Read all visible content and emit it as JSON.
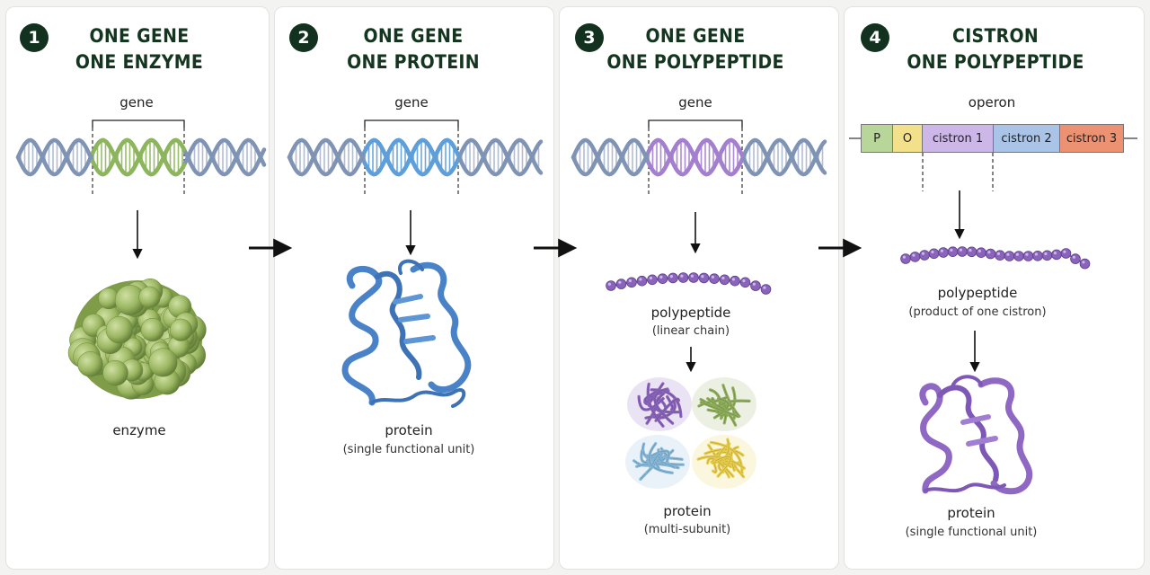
{
  "panels": [
    {
      "number": "1",
      "title_line1": "ONE GENE",
      "title_line2": "ONE ENZYME",
      "gene_label": "gene",
      "product_label": "enzyme"
    },
    {
      "number": "2",
      "title_line1": "ONE GENE",
      "title_line2": "ONE PROTEIN",
      "gene_label": "gene",
      "product_label": "protein",
      "product_sublabel": "(single functional unit)"
    },
    {
      "number": "3",
      "title_line1": "ONE GENE",
      "title_line2": "ONE POLYPEPTIDE",
      "gene_label": "gene",
      "chain_label": "polypeptide",
      "chain_sublabel": "(linear chain)",
      "product_label": "protein",
      "product_sublabel": "(multi-subunit)"
    },
    {
      "number": "4",
      "title_line1": "CISTRON",
      "title_line2": "ONE POLYPEPTIDE",
      "operon_label": "operon",
      "operon_segments": [
        "P",
        "O",
        "cistron 1",
        "cistron 2",
        "cistron 3"
      ],
      "chain_label": "polypeptide",
      "chain_sublabel": "(product of one cistron)",
      "product_label": "protein",
      "product_sublabel": "(single functional unit)"
    }
  ],
  "colors": {
    "badge": "#12321f",
    "title": "#14351f",
    "dna_backbone": "#7f93b4",
    "gene_green": "#8db65a",
    "gene_blue": "#5d9fda",
    "gene_purple": "#a57fcf",
    "enzyme_green": "#9ab661",
    "protein_blue": "#4a82c8",
    "protein_purple": "#8f68c4",
    "bead_purple": "#8a64bb",
    "subunit_green": "#8fae5c",
    "subunit_blue": "#86b7d8",
    "subunit_yellow": "#e8cd4a",
    "seg_promoter": "#b9d69a",
    "seg_operator": "#f2e08a",
    "seg_cistron1": "#cdb7e8",
    "seg_cistron2": "#a9c4e6",
    "seg_cistron3": "#ec9273"
  },
  "icons": {
    "flow_arrow": "right-arrow-icon",
    "step_arrow": "down-arrow-icon",
    "dna": "dna-double-helix-icon",
    "enzyme": "globular-enzyme-icon",
    "protein": "ribbon-protein-icon",
    "polypeptide": "bead-chain-icon",
    "multi_subunit": "tetramer-protein-icon"
  }
}
